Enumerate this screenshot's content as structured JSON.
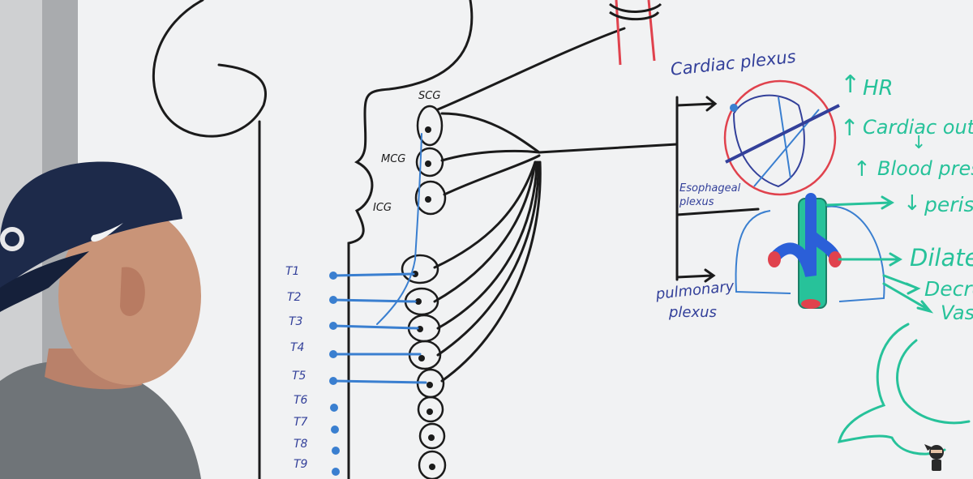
{
  "colors": {
    "board": "#f1f2f3",
    "wall": "#cfd0d2",
    "frame": "#a9abae",
    "black_marker": "#1b1b1b",
    "blue_marker": "#3a7fd0",
    "navy_marker": "#33409a",
    "green_marker": "#27c29a",
    "red_marker": "#e0424d",
    "cap": "#1d2a4a",
    "shirt": "#6f7478",
    "skin": "#c99478"
  },
  "ganglia": {
    "scg": "SCG",
    "mcg": "MCG",
    "icg": "ICG"
  },
  "spinal_levels": [
    "T1",
    "T2",
    "T3",
    "T4",
    "T5",
    "T6",
    "T7",
    "T8",
    "T9"
  ],
  "plexus_labels": {
    "cardiac": "Cardiac plexus",
    "esophageal_line1": "Esophageal",
    "esophageal_line2": "plexus",
    "pulmonary_line1": "pulmonary",
    "pulmonary_line2": "plexus"
  },
  "effects": {
    "hr": "HR",
    "cardiac_output": "Cardiac outp",
    "blood_pressure": "Blood pres",
    "peristalsis": "peris",
    "dilate": "Dilate",
    "decrease": "Decre",
    "vaso": "Vas"
  },
  "arrows": {
    "up": "↑",
    "down": "↓"
  },
  "icons": {
    "cap_logo": "nike-swoosh-icon",
    "watermark": "ninja-mascot-icon"
  }
}
